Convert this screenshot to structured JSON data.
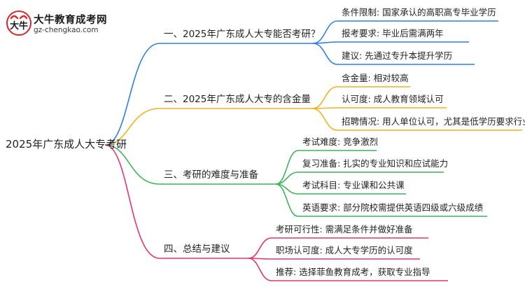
{
  "logo": {
    "title": "大牛教育成考网",
    "url": "gz-chengkao.com",
    "icon": "bull-logo-icon"
  },
  "root": {
    "label": "2025年广东成人大专考研"
  },
  "colors": {
    "branch1": "#2f7fe6",
    "branch2": "#f2b21a",
    "branch3": "#3cb45a",
    "branch4": "#e8336d"
  },
  "branches": [
    {
      "label": "一、2025年广东成人大专能否考研？",
      "leaves": [
        "条件限制: 国家承认的高职高专毕业学历",
        "报考要求: 毕业后需满两年",
        "建议: 先通过专升本提升学历"
      ]
    },
    {
      "label": "二、2025年广东成人大专的含金量",
      "leaves": [
        "含金量: 相对较高",
        "认可度: 成人教育领域认可",
        "招聘情况: 用人单位认可，尤其是低学历要求行业"
      ]
    },
    {
      "label": "三、考研的难度与准备",
      "leaves": [
        "考试难度: 竞争激烈",
        "复习准备: 扎实的专业知识和应试能力",
        "考试科目: 专业课和公共课",
        "英语要求: 部分院校需提供英语四级或六级成绩"
      ]
    },
    {
      "label": "四、总结与建议",
      "leaves": [
        "考研可行性: 需满足条件并做好准备",
        "职场认可度: 成人大专学历的认可度",
        "推荐: 选择菲鱼教育成考，获取专业指导"
      ]
    }
  ]
}
